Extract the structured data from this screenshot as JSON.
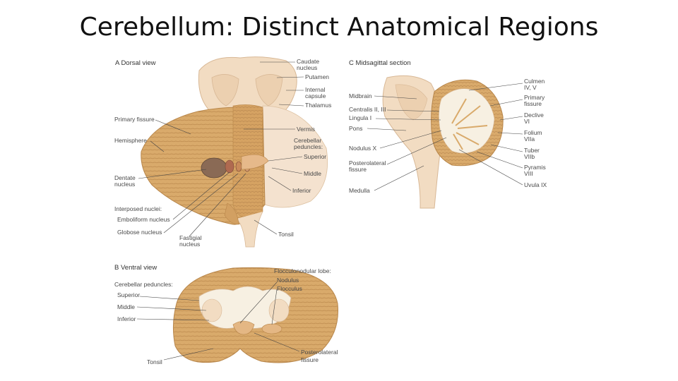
{
  "title": "Cerebellum: Distinct Anatomical Regions",
  "panels": {
    "dorsal": {
      "heading": "A  Dorsal view",
      "labels": {
        "caudate": "Caudate",
        "caudate2": "nucleus",
        "putamen": "Putamen",
        "internal": "Internal",
        "internal2": "capsule",
        "thalamus": "Thalamus",
        "vermis": "Vermis",
        "cerebellar_peduncles": "Cerebellar",
        "cerebellar_peduncles2": "peduncles:",
        "superior": "Superior",
        "middle": "Middle",
        "inferior": "Inferior",
        "tonsil": "Tonsil",
        "primary_fissure": "Primary fissure",
        "hemisphere": "Hemisphere",
        "dentate": "Dentate",
        "dentate2": "nucleus",
        "interposed": "Interposed nuclei:",
        "emboliform": "Emboliform nucleus",
        "globose": "Globose nucleus",
        "fastigial": "Fastigial",
        "fastigial2": "nucleus"
      }
    },
    "ventral": {
      "heading": "B  Ventral view",
      "labels": {
        "peduncles": "Cerebellar peduncles:",
        "superior": "Superior",
        "middle": "Middle",
        "inferior": "Inferior",
        "tonsil": "Tonsil",
        "flocculonodular": "Flocculonodular lobe:",
        "nodulus": "Nodulus",
        "flocculus": "Flocculus",
        "posterolateral": "Posterolateral",
        "posterolateral2": "fissure"
      }
    },
    "midsagittal": {
      "heading": "C  Midsagittal section",
      "labels": {
        "midbrain": "Midbrain",
        "centralis": "Centralis II, III",
        "lingula": "Lingula I",
        "pons": "Pons",
        "nodulus": "Nodulus X",
        "posterolateral": "Posterolateral",
        "posterolateral2": "fissure",
        "medulla": "Medulla",
        "culmen": "Culmen",
        "culmen2": "IV, V",
        "primary": "Primary",
        "primary2": "fissure",
        "declive": "Declive",
        "declive2": "VI",
        "folium": "Folium",
        "folium2": "VIIa",
        "tuber": "Tuber",
        "tuber2": "VIIb",
        "pyramis": "Pyramis",
        "pyramis2": "VIII",
        "uvula": "Uvula IX"
      }
    }
  },
  "colors": {
    "cerebellum": "#d9aa6b",
    "cerebellum_dark": "#b8864a",
    "brainstem": "#f2dcc2",
    "brainstem_edge": "#d8b896",
    "white_matter": "#f7f0e2",
    "nucleus": "#8a6a55"
  }
}
